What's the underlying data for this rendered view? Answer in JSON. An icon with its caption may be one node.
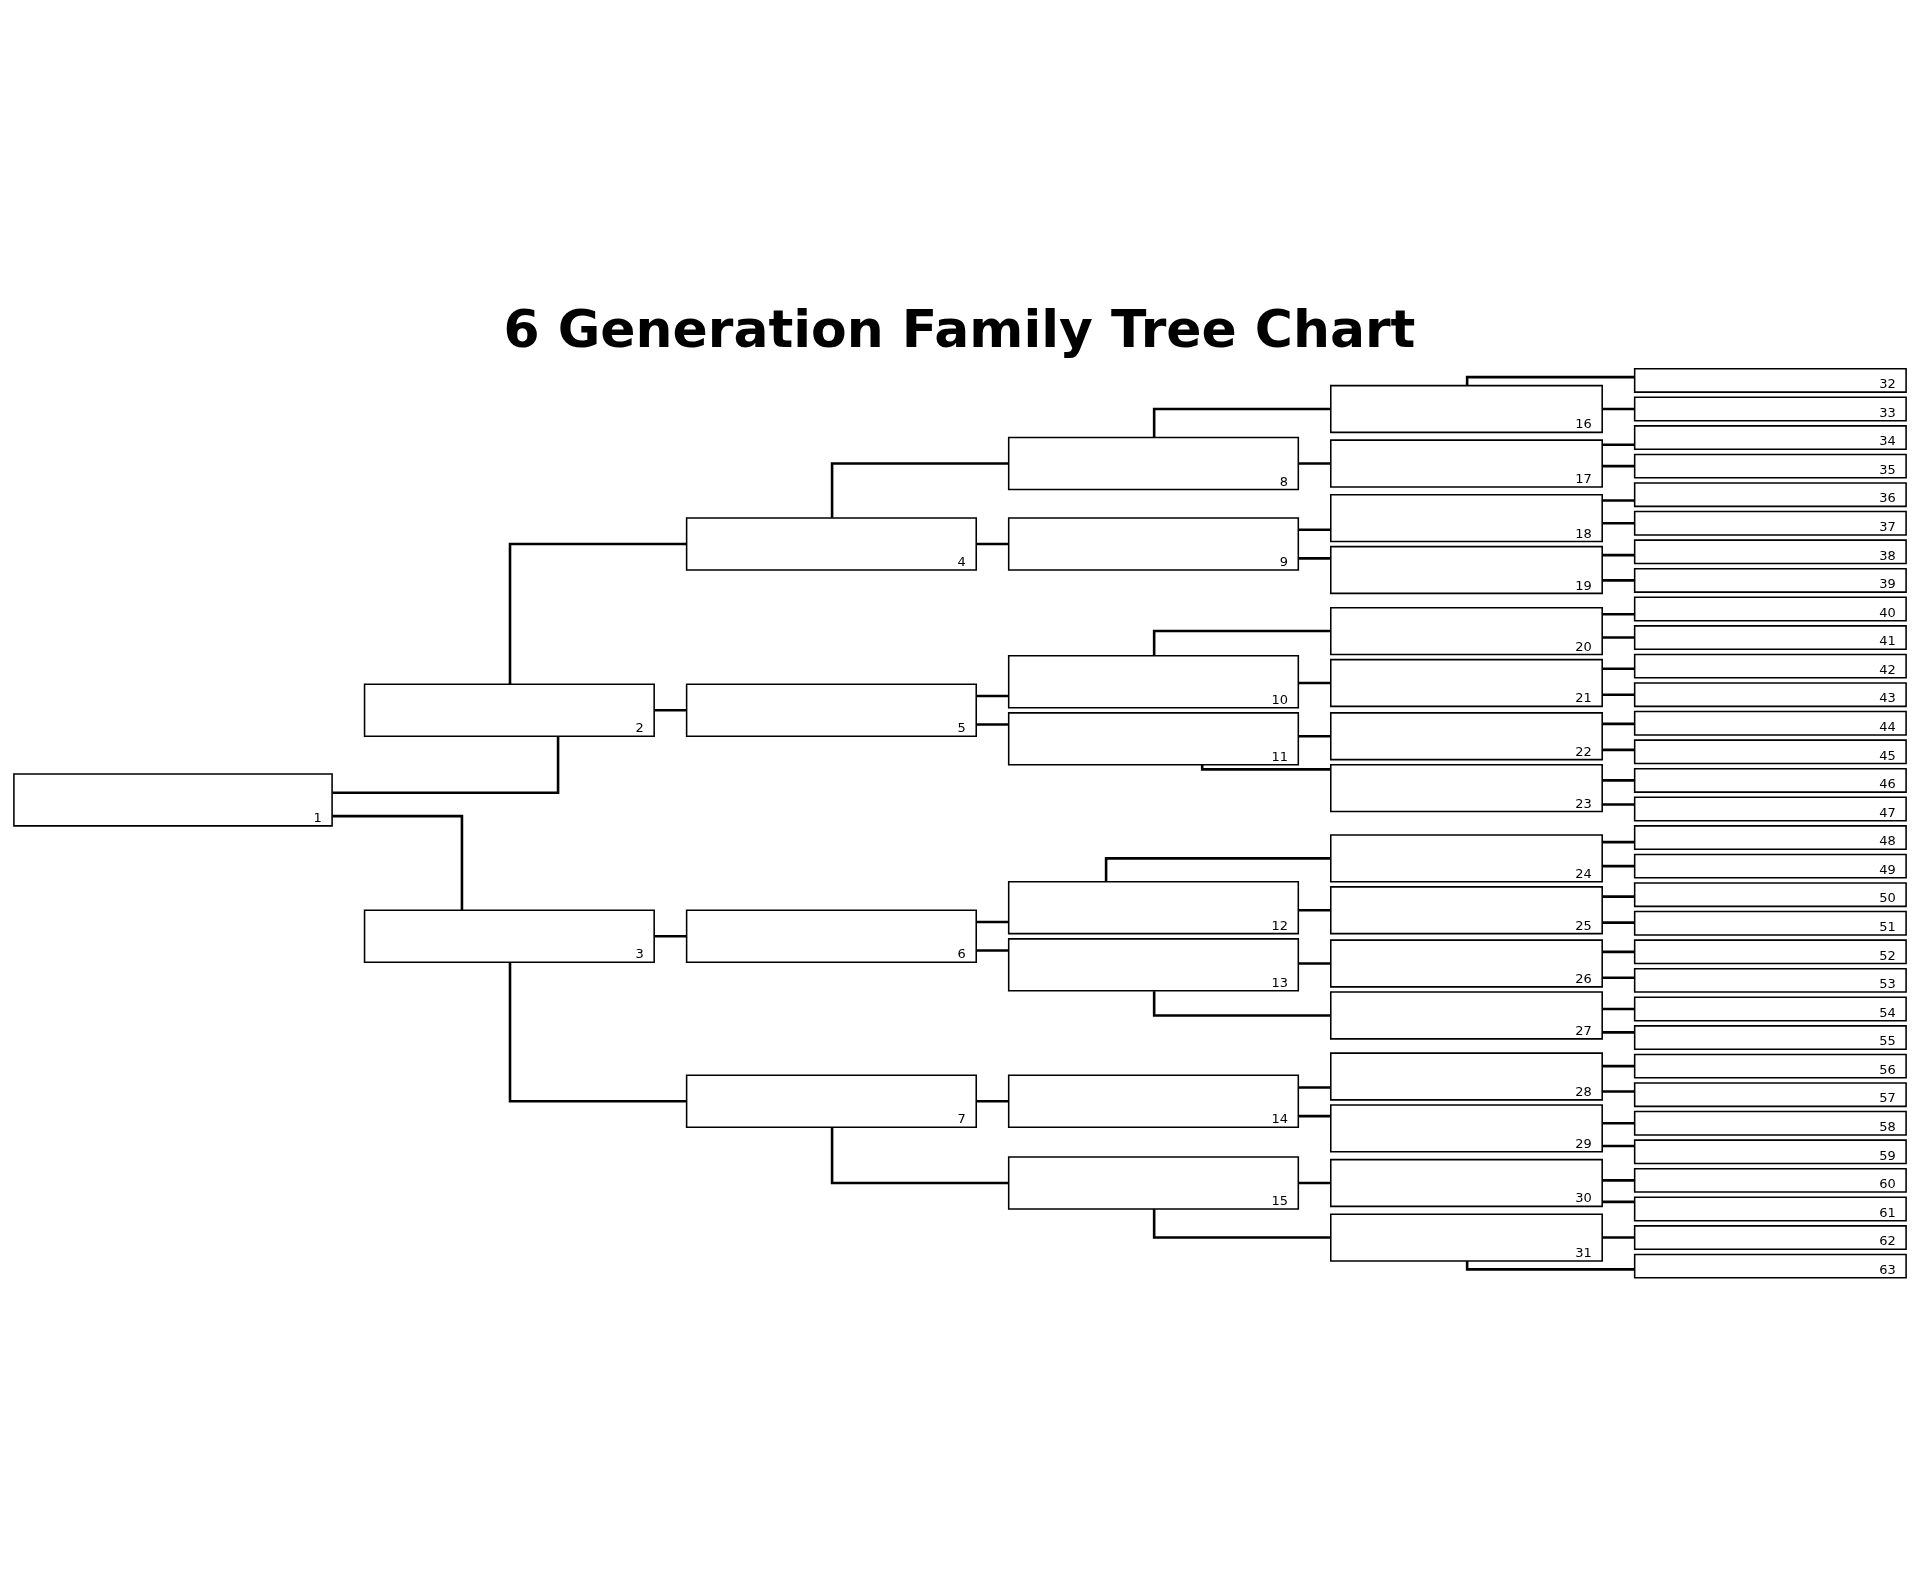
{
  "diagram": {
    "title": "6 Generation Family Tree Chart",
    "nodes": [
      {
        "text": [
          "1"
        ]
      },
      {
        "text": [
          "2"
        ]
      },
      {
        "text": [
          "3"
        ]
      },
      {
        "text": [
          "4"
        ]
      },
      {
        "text": [
          "5"
        ]
      },
      {
        "text": [
          "6"
        ]
      },
      {
        "text": [
          "7"
        ]
      },
      {
        "text": [
          "8"
        ]
      },
      {
        "text": [
          "9"
        ]
      },
      {
        "text": [
          "10"
        ]
      },
      {
        "text": [
          "11"
        ]
      },
      {
        "text": [
          "12"
        ]
      },
      {
        "text": [
          "13"
        ]
      },
      {
        "text": [
          "14"
        ]
      },
      {
        "text": [
          "15"
        ]
      },
      {
        "text": [
          "16"
        ]
      },
      {
        "text": [
          "17"
        ]
      },
      {
        "text": [
          "18"
        ]
      },
      {
        "text": [
          "19"
        ]
      },
      {
        "text": [
          "20"
        ]
      },
      {
        "text": [
          "21"
        ]
      },
      {
        "text": [
          "22"
        ]
      },
      {
        "text": [
          "23"
        ]
      },
      {
        "text": [
          "24"
        ]
      },
      {
        "text": [
          "25"
        ]
      },
      {
        "text": [
          "26"
        ]
      },
      {
        "text": [
          "27"
        ]
      },
      {
        "text": [
          "28"
        ]
      },
      {
        "text": [
          "29"
        ]
      },
      {
        "text": [
          "30"
        ]
      },
      {
        "text": [
          "31"
        ]
      },
      {
        "text": [
          "32"
        ]
      },
      {
        "text": [
          "33"
        ]
      },
      {
        "text": [
          "34"
        ]
      },
      {
        "text": [
          "35"
        ]
      },
      {
        "text": [
          "36"
        ]
      },
      {
        "text": [
          "37"
        ]
      },
      {
        "text": [
          "38"
        ]
      },
      {
        "text": [
          "39"
        ]
      },
      {
        "text": [
          "40"
        ]
      },
      {
        "text": [
          "41"
        ]
      },
      {
        "text": [
          "42"
        ]
      },
      {
        "text": [
          "43"
        ]
      },
      {
        "text": [
          "44"
        ]
      },
      {
        "text": [
          "45"
        ]
      },
      {
        "text": [
          "46"
        ]
      },
      {
        "text": [
          "47"
        ]
      },
      {
        "text": [
          "48"
        ]
      },
      {
        "text": [
          "49"
        ]
      },
      {
        "text": [
          "50"
        ]
      },
      {
        "text": [
          "51"
        ]
      },
      {
        "text": [
          "52"
        ]
      },
      {
        "text": [
          "53"
        ]
      },
      {
        "text": [
          "54"
        ]
      },
      {
        "text": [
          "55"
        ]
      },
      {
        "text": [
          "56"
        ]
      },
      {
        "text": [
          "57"
        ]
      },
      {
        "text": [
          "58"
        ]
      },
      {
        "text": [
          "59"
        ]
      },
      {
        "text": [
          "60"
        ]
      },
      {
        "text": [
          "61"
        ]
      },
      {
        "text": [
          "62"
        ]
      },
      {
        "text": [
          "63"
        ]
      }
    ],
    "edges": [
      {
        "from": 0,
        "to": 1,
        "arrow": "none"
      },
      {
        "from": 0,
        "to": 2,
        "arrow": "none"
      },
      {
        "from": 1,
        "to": 3,
        "arrow": "none"
      },
      {
        "from": 1,
        "to": 4,
        "arrow": "none"
      },
      {
        "from": 2,
        "to": 5,
        "arrow": "none"
      },
      {
        "from": 2,
        "to": 6,
        "arrow": "none"
      },
      {
        "from": 3,
        "to": 7,
        "arrow": "none"
      },
      {
        "from": 3,
        "to": 8,
        "arrow": "none"
      },
      {
        "from": 4,
        "to": 9,
        "arrow": "none"
      },
      {
        "from": 4,
        "to": 10,
        "arrow": "none"
      },
      {
        "from": 5,
        "to": 11,
        "arrow": "none"
      },
      {
        "from": 5,
        "to": 12,
        "arrow": "none"
      },
      {
        "from": 6,
        "to": 13,
        "arrow": "none"
      },
      {
        "from": 6,
        "to": 14,
        "arrow": "none"
      },
      {
        "from": 7,
        "to": 15,
        "arrow": "none"
      },
      {
        "from": 7,
        "to": 16,
        "arrow": "none"
      },
      {
        "from": 8,
        "to": 17,
        "arrow": "none"
      },
      {
        "from": 8,
        "to": 18,
        "arrow": "none"
      },
      {
        "from": 9,
        "to": 19,
        "arrow": "none"
      },
      {
        "from": 9,
        "to": 20,
        "arrow": "none"
      },
      {
        "from": 10,
        "to": 21,
        "arrow": "none"
      },
      {
        "from": 10,
        "to": 22,
        "arrow": "none"
      },
      {
        "from": 11,
        "to": 23,
        "arrow": "none"
      },
      {
        "from": 11,
        "to": 24,
        "arrow": "none"
      },
      {
        "from": 12,
        "to": 25,
        "arrow": "none"
      },
      {
        "from": 12,
        "to": 26,
        "arrow": "none"
      },
      {
        "from": 13,
        "to": 27,
        "arrow": "none"
      },
      {
        "from": 13,
        "to": 28,
        "arrow": "none"
      },
      {
        "from": 14,
        "to": 29,
        "arrow": "none"
      },
      {
        "from": 14,
        "to": 30,
        "arrow": "none"
      },
      {
        "from": 15,
        "to": 31,
        "arrow": "none"
      },
      {
        "from": 15,
        "to": 32,
        "arrow": "none"
      },
      {
        "from": 16,
        "to": 33,
        "arrow": "none"
      },
      {
        "from": 16,
        "to": 34,
        "arrow": "none"
      },
      {
        "from": 17,
        "to": 35,
        "arrow": "none"
      },
      {
        "from": 17,
        "to": 36,
        "arrow": "none"
      },
      {
        "from": 18,
        "to": 37,
        "arrow": "none"
      },
      {
        "from": 18,
        "to": 38,
        "arrow": "none"
      },
      {
        "from": 19,
        "to": 39,
        "arrow": "none"
      },
      {
        "from": 19,
        "to": 40,
        "arrow": "none"
      },
      {
        "from": 20,
        "to": 41,
        "arrow": "none"
      },
      {
        "from": 20,
        "to": 42,
        "arrow": "none"
      },
      {
        "from": 21,
        "to": 43,
        "arrow": "none"
      },
      {
        "from": 21,
        "to": 44,
        "arrow": "none"
      },
      {
        "from": 22,
        "to": 45,
        "arrow": "none"
      },
      {
        "from": 22,
        "to": 46,
        "arrow": "none"
      },
      {
        "from": 23,
        "to": 47,
        "arrow": "none"
      },
      {
        "from": 23,
        "to": 48,
        "arrow": "none"
      },
      {
        "from": 24,
        "to": 49,
        "arrow": "none"
      },
      {
        "from": 24,
        "to": 50,
        "arrow": "none"
      },
      {
        "from": 25,
        "to": 51,
        "arrow": "none"
      },
      {
        "from": 25,
        "to": 52,
        "arrow": "none"
      },
      {
        "from": 26,
        "to": 53,
        "arrow": "none"
      },
      {
        "from": 26,
        "to": 54,
        "arrow": "none"
      },
      {
        "from": 27,
        "to": 55,
        "arrow": "none"
      },
      {
        "from": 27,
        "to": 56,
        "arrow": "none"
      },
      {
        "from": 28,
        "to": 57,
        "arrow": "none"
      },
      {
        "from": 28,
        "to": 58,
        "arrow": "none"
      },
      {
        "from": 29,
        "to": 59,
        "arrow": "none"
      },
      {
        "from": 29,
        "to": 60,
        "arrow": "none"
      },
      {
        "from": 30,
        "to": 61,
        "arrow": "none"
      },
      {
        "from": 30,
        "to": 62,
        "arrow": "none"
      }
    ]
  }
}
